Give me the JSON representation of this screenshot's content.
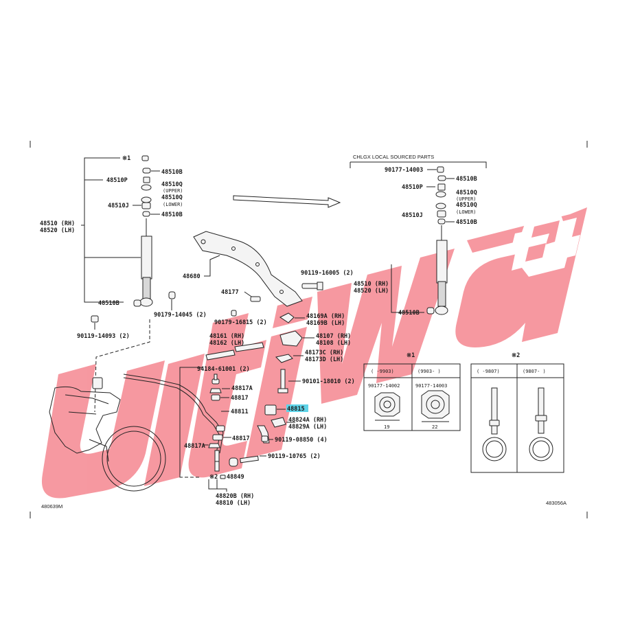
{
  "colors": {
    "watermark": "#f47c86",
    "highlight": "#5fd3e8",
    "ink": "#1a1a1a"
  },
  "watermark": {
    "text": "Ultiwa"
  },
  "left": {
    "note1": "※1",
    "p48510B_top": "48510B",
    "p48510P": "48510P",
    "p48510Q_a": "48510Q",
    "p48510Q_a_note": "(UPPER)",
    "p48510Q_b": "48510Q",
    "p48510Q_b_note": "(LOWER)",
    "p48510J": "48510J",
    "p48510B_mid": "48510B",
    "p48510_rh": "48510 (RH)",
    "p48520_lh": "48520 (LH)",
    "p48510B_bot": "48510B",
    "p90179_14045": "90179-14045 (2)",
    "p90119_14093": "90119-14093 (2)",
    "p48680": "48680",
    "p48177": "48177",
    "p90179_16815": "90179-16815 (2)",
    "p90119_16005": "90119-16005 (2)",
    "p48169A": "48169A (RH)",
    "p48169B": "48169B (LH)",
    "p48161": "48161 (RH)",
    "p48162": "48162 (LH)",
    "p48107": "48107 (RH)",
    "p48108": "48108 (LH)",
    "p48173C": "48173C (RH)",
    "p48173D": "48173D (LH)",
    "p94184": "94184-61001 (2)",
    "p90101": "90101-18010 (2)",
    "p48817A_a": "48817A",
    "p48817_a": "48817",
    "p48811": "48811",
    "p48815": "48815",
    "p48824A": "48824A (RH)",
    "p48829A": "48829A (LH)",
    "p48817_b": "48817",
    "p48817A_b": "48817A",
    "p90119_08850": "90119-08850 (4)",
    "p90119_10765": "90119-10765 (2)",
    "note2": "※2",
    "p48849": "48849",
    "p48820B": "48820B (RH)",
    "p48810": "48810 (LH)",
    "code": "480639M"
  },
  "right": {
    "header": "CHLGX LOCAL SOURCED PARTS",
    "p90177": "90177-14003",
    "p48510B_a": "48510B",
    "p48510P": "48510P",
    "p48510Q_a": "48510Q",
    "p48510Q_a_note": "(UPPER)",
    "p48510Q_b": "48510Q",
    "p48510Q_b_note": "(LOWER)",
    "p48510J": "48510J",
    "p48510B_b": "48510B",
    "p48510_rh": "48510 (RH)",
    "p48520_lh": "48520 (LH)",
    "p48510B_c": "48510B",
    "code": "483056A"
  },
  "table1": {
    "mark": "※1",
    "col1_head": "(   -9903)",
    "col2_head": "(9903-    )",
    "col1_part": "90177-14002",
    "col2_part": "90177-14003",
    "col1_size": "19",
    "col2_size": "22"
  },
  "table2": {
    "mark": "※2",
    "col1_head": "(   -9807)",
    "col2_head": "(9807-    )"
  }
}
